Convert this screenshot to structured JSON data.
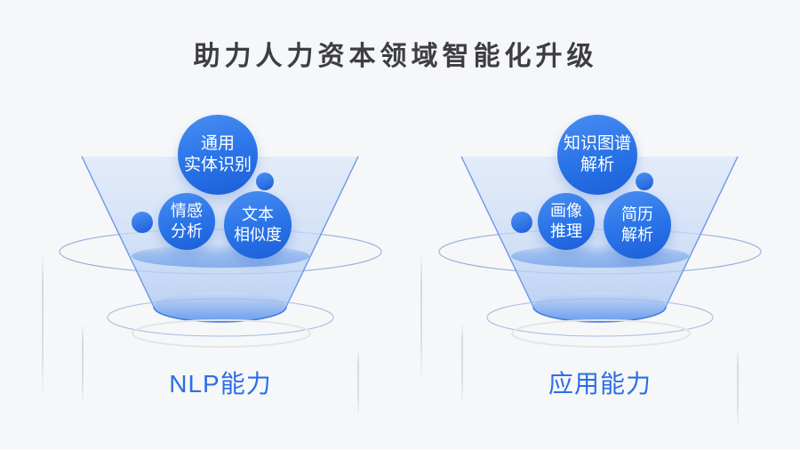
{
  "title": "助力人力资本领域智能化升级",
  "funnels": [
    {
      "label": "NLP能力",
      "bubbles": [
        {
          "name": "general-entity-recognition",
          "line1": "通用",
          "line2": "实体识别"
        },
        {
          "name": "sentiment-analysis",
          "line1": "情感",
          "line2": "分析"
        },
        {
          "name": "text-similarity",
          "line1": "文本",
          "line2": "相似度"
        }
      ]
    },
    {
      "label": "应用能力",
      "bubbles": [
        {
          "name": "knowledge-graph-parsing",
          "line1": "知识图谱",
          "line2": "解析"
        },
        {
          "name": "profile-reasoning",
          "line1": "画像",
          "line2": "推理"
        },
        {
          "name": "resume-parsing",
          "line1": "简历",
          "line2": "解析"
        }
      ]
    }
  ],
  "colors": {
    "background": "#f6f7f8",
    "title_text": "#3d3e42",
    "bubble_blue": "#2a74e8",
    "bubble_blue_dark": "#1b5ed8",
    "funnel_edge_blue": "#558ae8",
    "label_blue": "#2c6de8"
  }
}
